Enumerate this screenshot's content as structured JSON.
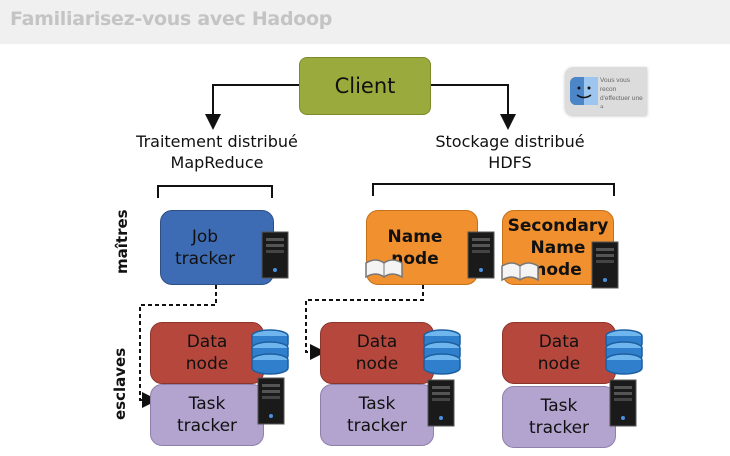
{
  "page": {
    "title": "Familiarisez-vous avec Hadoop"
  },
  "diagram": {
    "client": "Client",
    "left_heading": "Traitement distribué\nMapReduce",
    "right_heading": "Stockage distribué\nHDFS",
    "row_labels": {
      "masters": "maîtres",
      "slaves": "esclaves"
    },
    "masters": {
      "job_tracker": "Job\ntracker",
      "name_node": "Name\nnode",
      "secondary_name_node": "Secondary\nName\nnode"
    },
    "workers": [
      {
        "data_node": "Data\nnode",
        "task_tracker": "Task\ntracker"
      },
      {
        "data_node": "Data\nnode",
        "task_tracker": "Task\ntracker"
      },
      {
        "data_node": "Data\nnode",
        "task_tracker": "Task\ntracker"
      }
    ]
  },
  "notification": {
    "text": "Vous vous recon\nd'effectuer une a\nsystème."
  },
  "colors": {
    "client": "#9aaa3c",
    "job_tracker": "#3d6cb5",
    "name_node": "#f0902e",
    "data_node": "#b5473d",
    "task_tracker": "#b3a3cf"
  },
  "icons": [
    "server-icon",
    "database-icon",
    "book-icon",
    "finder-icon"
  ]
}
